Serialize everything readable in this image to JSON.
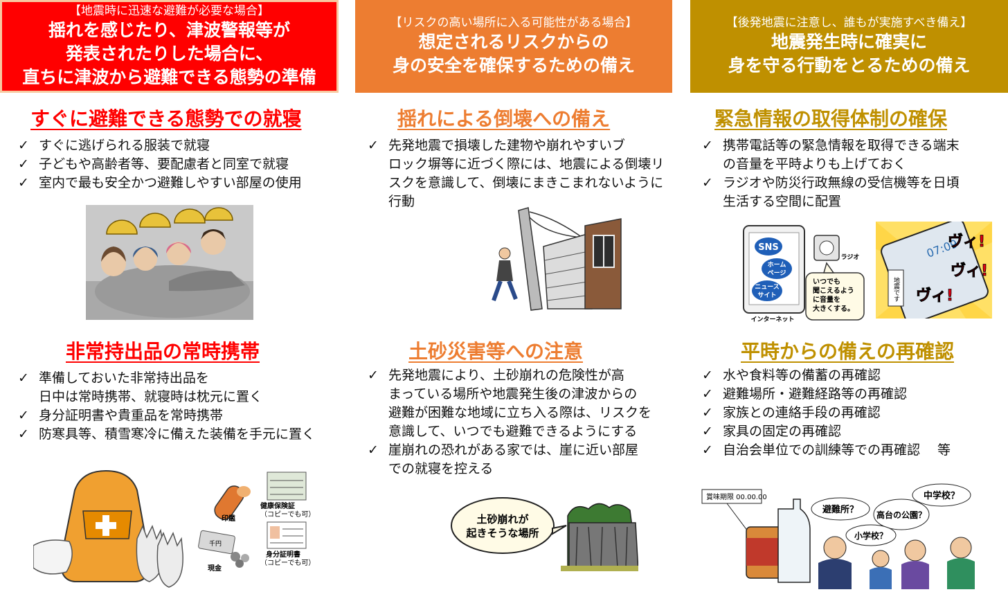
{
  "columns": [
    {
      "header": {
        "sub": "【地震時に迅速な避難が必要な場合】",
        "lines": [
          "揺れを感じたり、津波警報等が",
          "発表されたりした場合に、",
          "直ちに津波から避難できる態勢の準備"
        ]
      },
      "sections": [
        {
          "title": "すぐに避難できる態勢での就寝",
          "items": [
            [
              "すぐに逃げられる服装で就寝"
            ],
            [
              "子どもや高齢者等、要配慮者と同室で就寝"
            ],
            [
              "室内で最も安全かつ避難しやすい部屋の使用"
            ]
          ]
        },
        {
          "title": "非常持出品の常時携帯",
          "items": [
            [
              "準備しておいた非常持出品を",
              "日中は常時携帯、就寝時は枕元に置く"
            ],
            [
              "身分証明書や貴重品を常時携帯"
            ],
            [
              "防寒具等、積雪寒冷に備えた装備を手元に置く"
            ]
          ],
          "illustration_labels": {
            "insurance": [
              "健康保険証",
              "（コピーでも可）"
            ],
            "seal": "印鑑",
            "id": [
              "身分証明書",
              "（コピーでも可）"
            ],
            "cash": "現金",
            "bill": "千円"
          }
        }
      ]
    },
    {
      "header": {
        "sub": "【リスクの高い場所に入る可能性がある場合】",
        "lines": [
          "想定されるリスクからの",
          "身の安全を確保するための備え"
        ]
      },
      "sections": [
        {
          "title": "揺れによる倒壊への備え",
          "items": [
            [
              "先発地震で損壊した建物や崩れやすいブ",
              "ロック塀等に近づく際には、地震による倒壊リ",
              "スクを意識して、倒壊にまきこまれないように",
              "行動"
            ]
          ]
        },
        {
          "title": "土砂災害等への注意",
          "items": [
            [
              "先発地震により、土砂崩れの危険性が高",
              "まっている場所や地震発生後の津波からの",
              "避難が困難な地域に立ち入る際は、リスクを",
              "意識して、いつでも避難できるようにする"
            ],
            [
              "崖崩れの恐れがある家では、崖に近い部屋",
              "での就寝を控える"
            ]
          ],
          "illustration_labels": {
            "bubble": [
              "土砂崩れが",
              "起きそうな場所"
            ]
          }
        }
      ]
    },
    {
      "header": {
        "sub": "【後発地震に注意し、誰もが実施すべき備え】",
        "lines": [
          "地震発生時に確実に",
          "身を守る行動をとるための備え"
        ]
      },
      "sections": [
        {
          "title": "緊急情報の取得体制の確保",
          "items": [
            [
              "携帯電話等の緊急情報を取得できる端末",
              "の音量を平時よりも上げておく"
            ],
            [
              "ラジオや防災行政無線の受信機等を日頃",
              "生活する空間に配置"
            ]
          ],
          "illustration_labels": {
            "sns": "SNS",
            "home": [
              "ホーム",
              "ページ"
            ],
            "news": [
              "ニュース",
              "サイト"
            ],
            "internet": "インターネット",
            "radio": "ラジオ",
            "radio_note": [
              "いつでも",
              "聞こえるよう",
              "に音量を",
              "大きくする。"
            ],
            "time": "07:09",
            "alert1": "ヴィ!",
            "alert2": "ヴィ!",
            "alert3": "ヴィ!",
            "tag": "地震です"
          }
        },
        {
          "title": "平時からの備えの再確認",
          "items": [
            [
              "水や食料等の備蓄の再確認"
            ],
            [
              "避難場所・避難経路等の再確認"
            ],
            [
              "家族との連絡手段の再確認"
            ],
            [
              "家具の固定の再確認"
            ],
            [
              "自治会単位での訓練等での再確認　 等"
            ]
          ],
          "illustration_labels": {
            "expiry": "賞味期限 00.00.00",
            "q1": "避難所？",
            "q2": "高台の公園？",
            "q3": "中学校？",
            "q4": "小学校？"
          }
        }
      ]
    }
  ],
  "check_mark": "✓",
  "colors": {
    "red": "#ff0000",
    "orange": "#ed7d31",
    "gold": "#bf9000"
  }
}
